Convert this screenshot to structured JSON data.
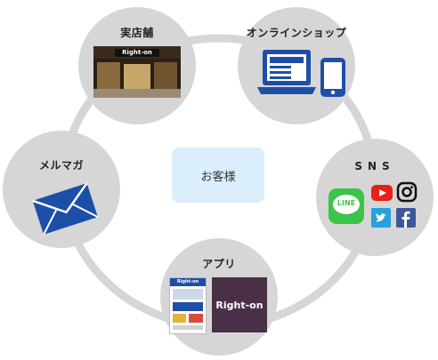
{
  "center_label": "お客様",
  "nodes": {
    "store": {
      "label": "実店舗",
      "logo_text": "Right-on"
    },
    "online": {
      "label": "オンラインショップ"
    },
    "sns": {
      "label": "SNS",
      "line_text": "LINE"
    },
    "app": {
      "label": "アプリ",
      "logo_text": "Right-on",
      "phone_logo_text": "Right-on"
    },
    "mail": {
      "label": "メルマガ"
    }
  },
  "colors": {
    "node_bg": "#d6d6d6",
    "ring": "#d6d6d6",
    "center_bg": "#dbeefb",
    "brand_blue": "#1d4fa8",
    "line_green": "#3ac448",
    "youtube_red": "#e62117",
    "twitter_blue": "#2aa0e0",
    "facebook_blue": "#3b5998",
    "app_dark": "#4a3047"
  },
  "icons": [
    "storefront-photo",
    "laptop-icon",
    "smartphone-icon",
    "line-icon",
    "youtube-icon",
    "instagram-icon",
    "twitter-icon",
    "facebook-icon",
    "app-screen-icon",
    "app-logo-icon",
    "envelope-icon"
  ]
}
